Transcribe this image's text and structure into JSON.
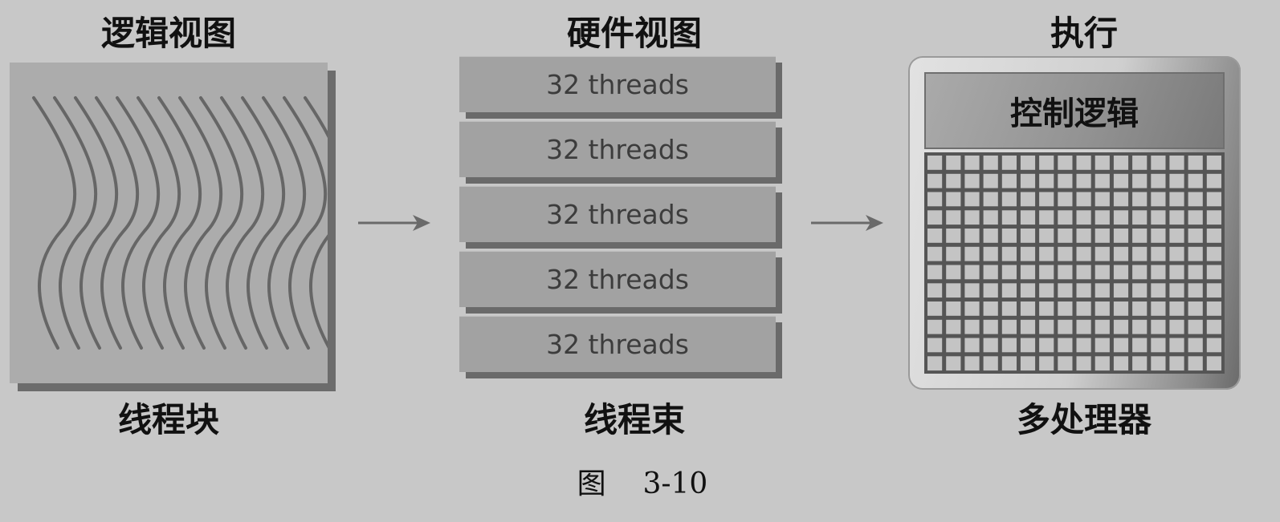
{
  "headings": {
    "logical_view": "逻辑视图",
    "hardware_view": "硬件视图",
    "execution": "执行"
  },
  "captions": {
    "thread_block": "线程块",
    "warp": "线程束",
    "multiprocessor": "多处理器"
  },
  "warps": [
    "32 threads",
    "32 threads",
    "32 threads",
    "32 threads",
    "32 threads"
  ],
  "multiprocessor": {
    "control_label": "控制逻辑",
    "core_grid": {
      "columns": 16,
      "rows": 12
    }
  },
  "figure_caption": {
    "prefix": "图",
    "number": "3-10"
  },
  "thread_block": {
    "thread_curve_count": 14
  },
  "colors": {
    "background": "#c8c8c8",
    "block_face": "#acacac",
    "warp_face": "#a2a2a2",
    "curve": "#666666",
    "arrow": "#6a6a6a",
    "core": "#c4c4c4"
  }
}
